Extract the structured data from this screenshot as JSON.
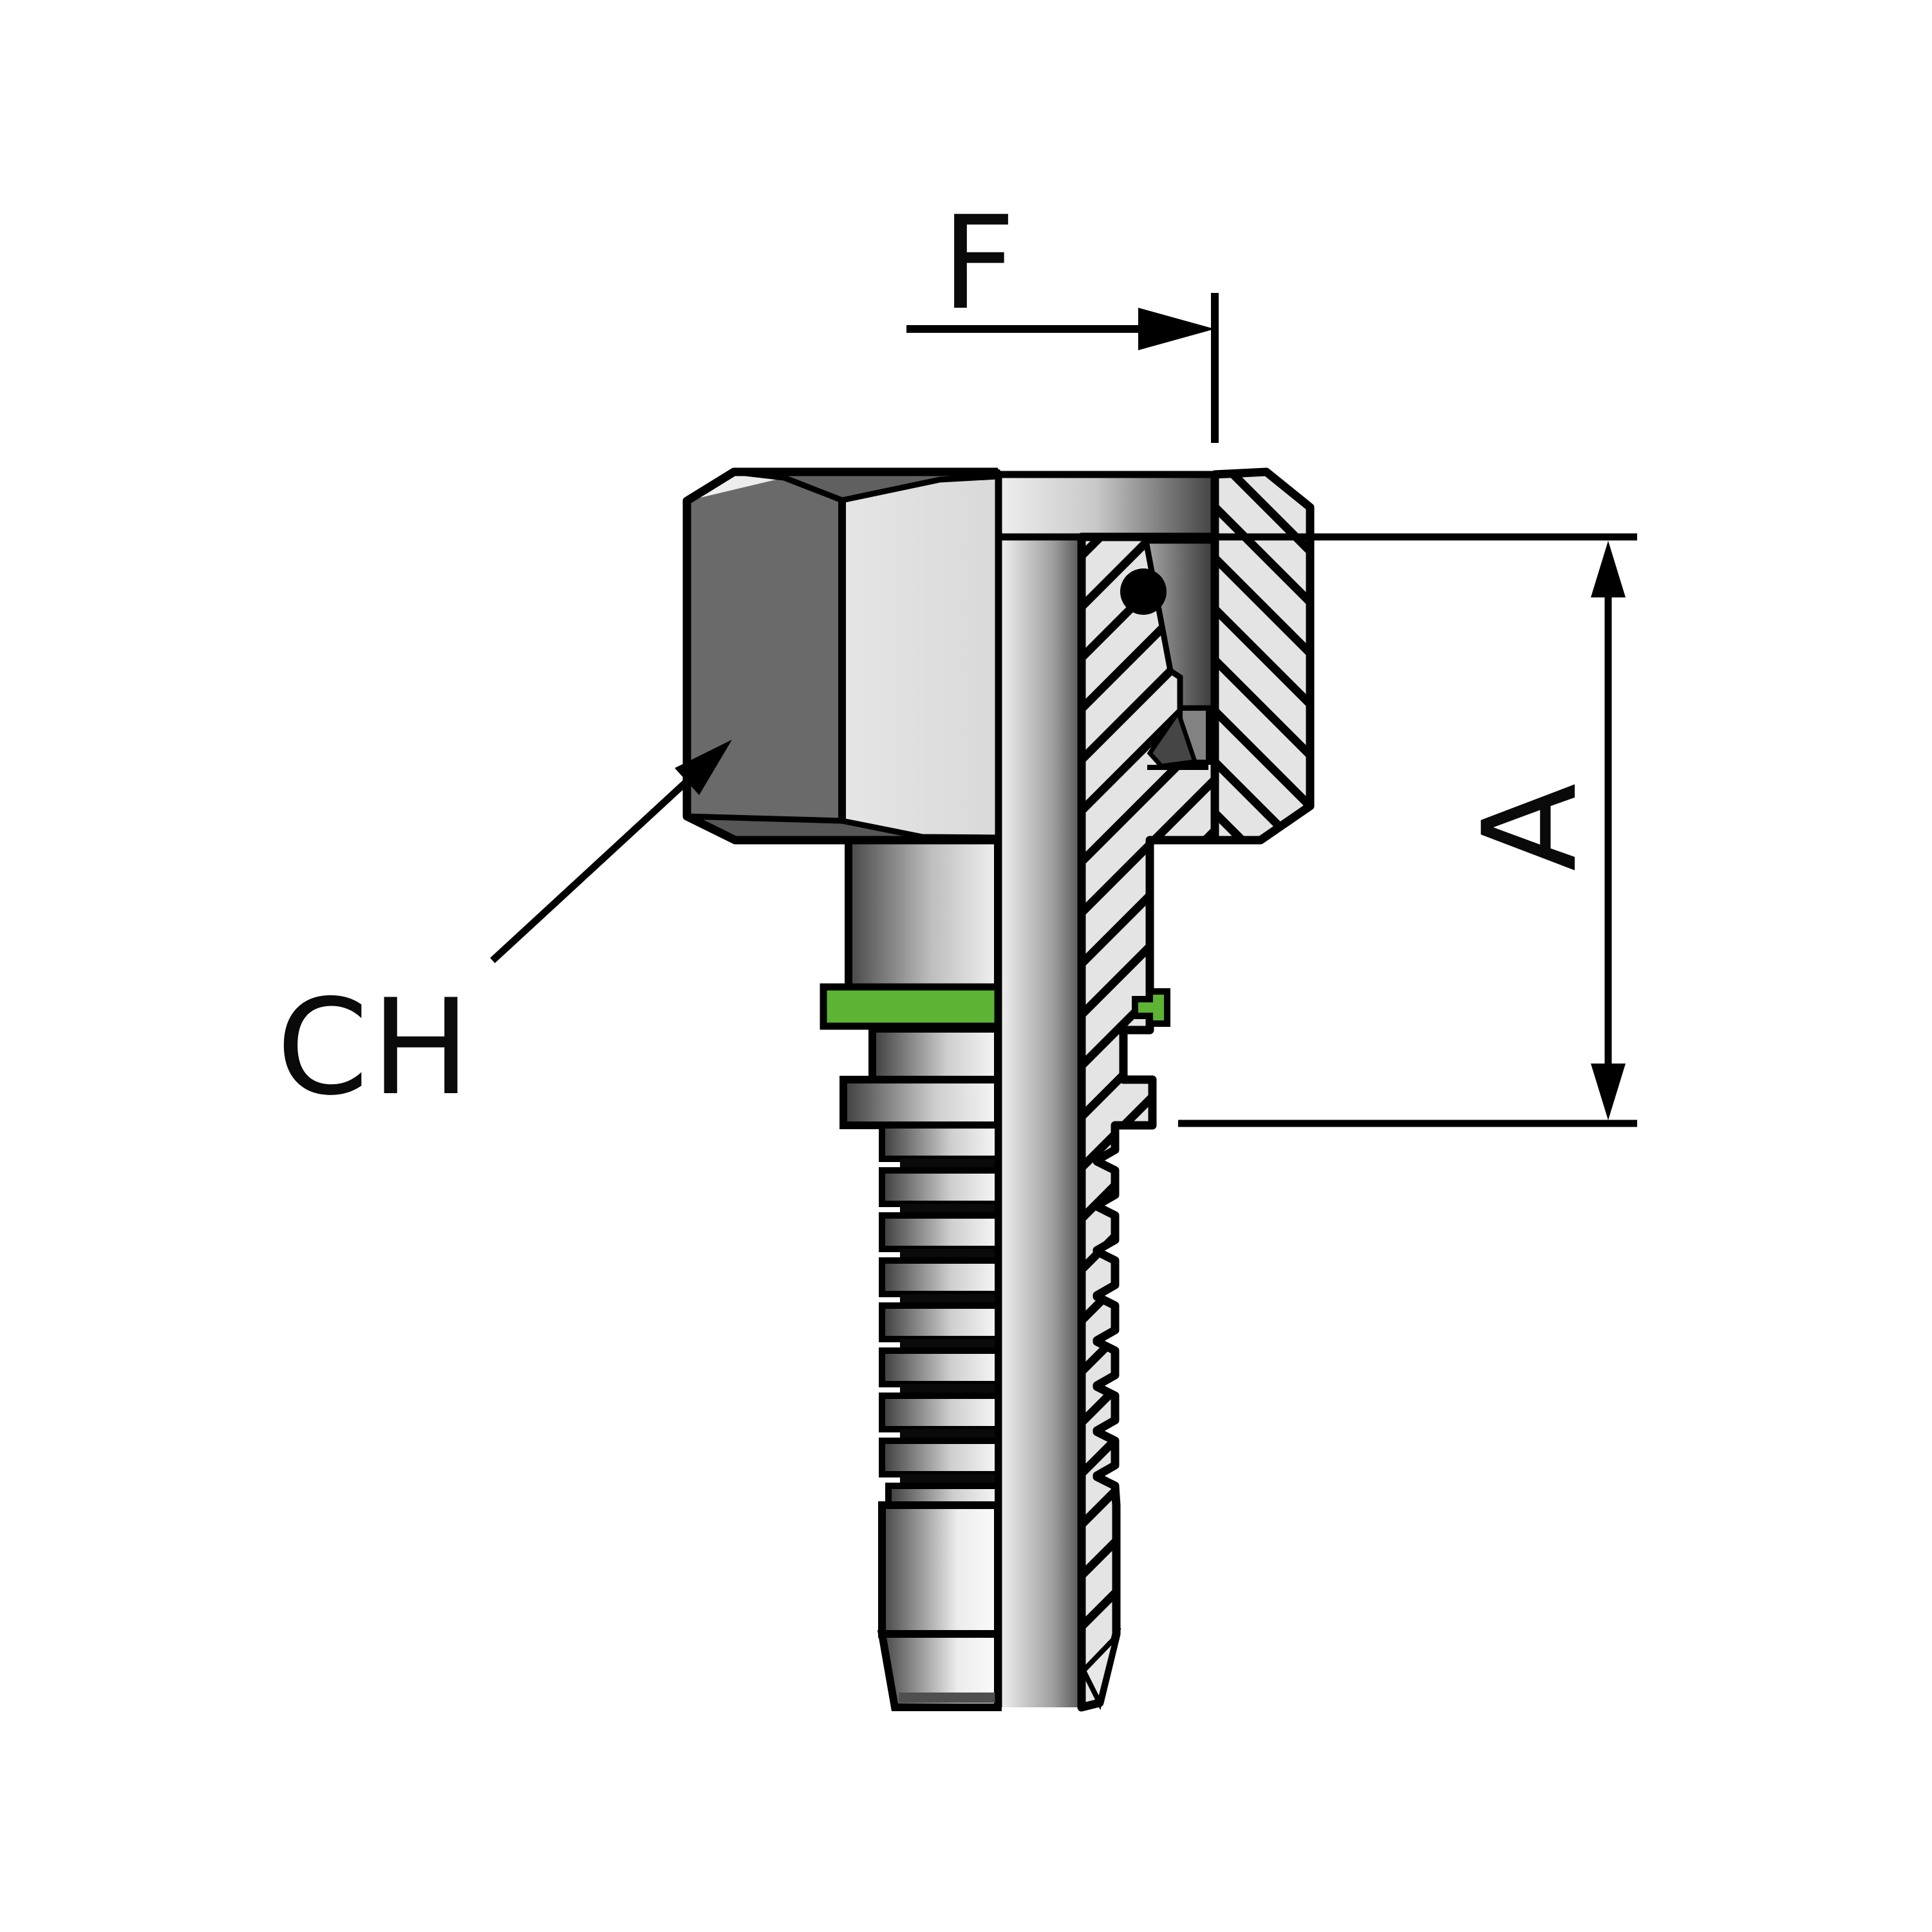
{
  "labels": {
    "thread_dim": "F",
    "wrench_dim": "CH",
    "length_dim": "A"
  },
  "colors": {
    "seal_green": "#5cb334",
    "outline_black": "#000000",
    "hatch_fill": "#e4e4e4",
    "facet_dark": "#6a6a6a",
    "background": "#ffffff"
  }
}
